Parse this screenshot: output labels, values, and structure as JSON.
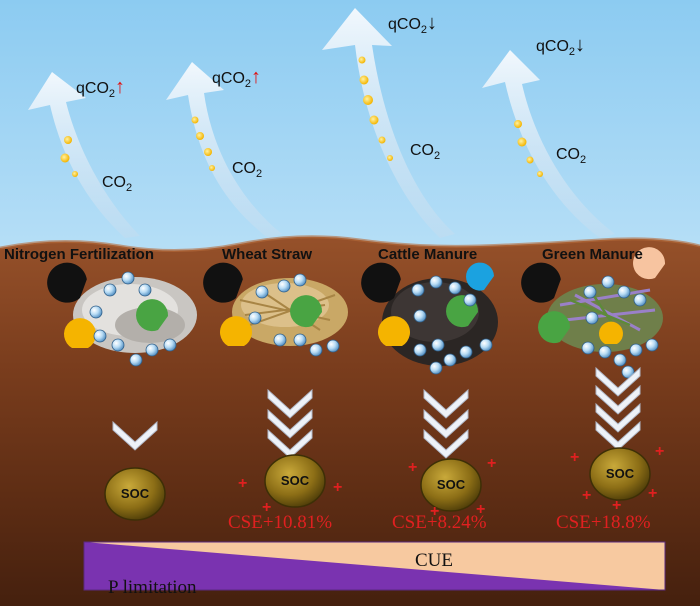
{
  "colors": {
    "sky": "#9fd2f3",
    "soil_top": "#8a4a24",
    "soil_deep": "#4a2310",
    "cse_red": "#e02020",
    "cue_fill": "#f7c9a0",
    "p_limit_fill": "#7a33b0",
    "soc_gold": "#8c6e16"
  },
  "treatments": [
    {
      "name": "Nitrogen Fertilization",
      "flux_label": "qCO",
      "flux_sub": "2",
      "flux_trend": "↑",
      "co2_label": "CO",
      "co2_sub": "2",
      "soc_label": "SOC",
      "cse": ""
    },
    {
      "name": "Wheat Straw",
      "flux_label": "qCO",
      "flux_sub": "2",
      "flux_trend": "↑",
      "co2_label": "CO",
      "co2_sub": "2",
      "soc_label": "SOC",
      "cse": "CSE+10.81%"
    },
    {
      "name": "Cattle Manure",
      "flux_label": "qCO",
      "flux_sub": "2",
      "flux_trend": "↓",
      "co2_label": "CO",
      "co2_sub": "2",
      "soc_label": "SOC",
      "cse": "CSE+8.24%"
    },
    {
      "name": "Green Manure",
      "flux_label": "qCO",
      "flux_sub": "2",
      "flux_trend": "↓",
      "co2_label": "CO",
      "co2_sub": "2",
      "soc_label": "SOC",
      "cse": "CSE+18.8%"
    }
  ],
  "gradient_bar": {
    "top_label": "CUE",
    "bottom_label": "P limitation"
  },
  "icons": [
    "co2-flux-arrow-icon",
    "microbe-pacman-icon",
    "water-bubble-icon",
    "chevron-down-icon"
  ]
}
